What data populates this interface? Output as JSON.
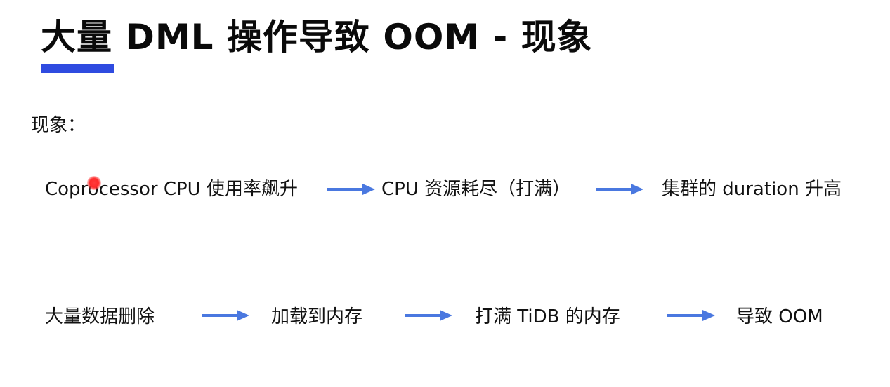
{
  "slide": {
    "title": "大量 DML 操作导致 OOM - 现象",
    "section_label": "现象：",
    "flow1": {
      "steps": [
        "Coprocessor CPU 使用率飙升",
        "CPU 资源耗尽（打满）",
        "集群的 duration 升高"
      ]
    },
    "flow2": {
      "steps": [
        "大量数据删除",
        "加载到内存",
        "打满 TiDB 的内存",
        "导致 OOM"
      ]
    },
    "colors": {
      "accent_bar": "#2f4be0",
      "arrow": "#4a78e0",
      "cursor": "#ff2a2a"
    },
    "icons": {
      "arrow": "right-arrow-icon",
      "cursor": "pointer-highlight-icon"
    }
  }
}
